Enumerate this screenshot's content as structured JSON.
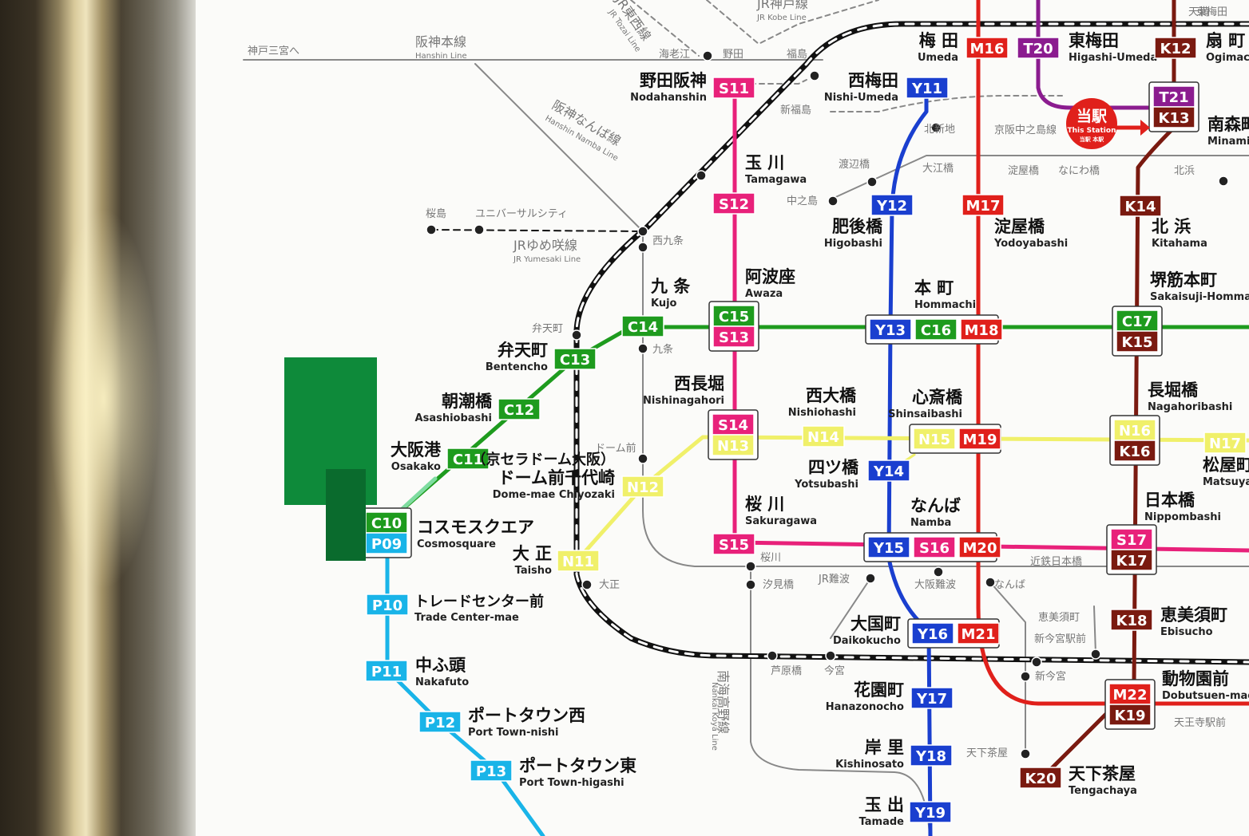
{
  "map": {
    "lines": {
      "chuo": "#1e9b1e",
      "sennichimae": "#e8217a",
      "yotsubashi": "#1a3fcf",
      "midosuji": "#e0201b",
      "nagahori": "#f0f06a",
      "sakaisuji": "#7a1a10",
      "tanimachi": "#8b1c8f",
      "newtram": "#19b4e8",
      "jr": "#111111",
      "grey": "#888888"
    },
    "here": {
      "jp": "当駅",
      "en": "This Station",
      "small": "当駅 本駅"
    },
    "stations": [
      {
        "jp": "梅 田",
        "en": "Umeda",
        "codes": [
          {
            "c": "M16",
            "line": "midosuji"
          }
        ]
      },
      {
        "jp": "東梅田",
        "en": "Higashi-Umeda",
        "codes": [
          {
            "c": "T20",
            "line": "tanimachi"
          }
        ]
      },
      {
        "jp": "扇 町",
        "en": "Ogimac",
        "codes": [
          {
            "c": "K12",
            "line": "sakaisuji"
          }
        ]
      },
      {
        "jp": "野田阪神",
        "en": "Nodahanshin",
        "codes": [
          {
            "c": "S11",
            "line": "sennichimae"
          }
        ]
      },
      {
        "jp": "西梅田",
        "en": "Nishi-Umeda",
        "codes": [
          {
            "c": "Y11",
            "line": "yotsubashi"
          }
        ]
      },
      {
        "jp": "南森町",
        "en": "Minami",
        "codes": [
          {
            "c": "T21",
            "line": "tanimachi"
          },
          {
            "c": "K13",
            "line": "sakaisuji"
          }
        ]
      },
      {
        "jp": "玉 川",
        "en": "Tamagawa",
        "codes": [
          {
            "c": "S12",
            "line": "sennichimae"
          }
        ]
      },
      {
        "jp": "肥後橋",
        "en": "Higobashi",
        "codes": [
          {
            "c": "Y12",
            "line": "yotsubashi"
          }
        ]
      },
      {
        "jp": "淀屋橋",
        "en": "Yodoyabashi",
        "codes": [
          {
            "c": "M17",
            "line": "midosuji"
          }
        ]
      },
      {
        "jp": "北 浜",
        "en": "Kitahama",
        "codes": [
          {
            "c": "K14",
            "line": "sakaisuji"
          }
        ]
      },
      {
        "jp": "九 条",
        "en": "Kujo",
        "codes": [
          {
            "c": "C14",
            "line": "chuo"
          }
        ]
      },
      {
        "jp": "阿波座",
        "en": "Awaza",
        "codes": [
          {
            "c": "C15",
            "line": "chuo"
          },
          {
            "c": "S13",
            "line": "sennichimae"
          }
        ]
      },
      {
        "jp": "本 町",
        "en": "Hommachi",
        "codes": [
          {
            "c": "Y13",
            "line": "yotsubashi"
          },
          {
            "c": "C16",
            "line": "chuo"
          },
          {
            "c": "M18",
            "line": "midosuji"
          }
        ]
      },
      {
        "jp": "堺筋本町",
        "en": "Sakaisuji-Homma",
        "codes": [
          {
            "c": "C17",
            "line": "chuo"
          },
          {
            "c": "K15",
            "line": "sakaisuji"
          }
        ]
      },
      {
        "jp": "弁天町",
        "en": "Bentencho",
        "codes": [
          {
            "c": "C13",
            "line": "chuo"
          }
        ]
      },
      {
        "jp": "朝潮橋",
        "en": "Asashiobashi",
        "codes": [
          {
            "c": "C12",
            "line": "chuo"
          }
        ]
      },
      {
        "jp": "西長堀",
        "en": "Nishinagahori",
        "codes": [
          {
            "c": "S14",
            "line": "sennichimae"
          },
          {
            "c": "N13",
            "line": "nagahori"
          }
        ]
      },
      {
        "jp": "西大橋",
        "en": "Nishiohashi",
        "codes": [
          {
            "c": "N14",
            "line": "nagahori"
          }
        ]
      },
      {
        "jp": "心斎橋",
        "en": "Shinsaibashi",
        "codes": [
          {
            "c": "N15",
            "line": "nagahori"
          },
          {
            "c": "M19",
            "line": "midosuji"
          }
        ]
      },
      {
        "jp": "長堀橋",
        "en": "Nagahoribashi",
        "codes": [
          {
            "c": "N16",
            "line": "nagahori"
          },
          {
            "c": "K16",
            "line": "sakaisuji"
          }
        ]
      },
      {
        "jp": "松屋町",
        "en": "Matsuya",
        "codes": [
          {
            "c": "N17",
            "line": "nagahori"
          }
        ]
      },
      {
        "jp": "大阪港",
        "en": "Osakako",
        "codes": [
          {
            "c": "C11",
            "line": "chuo"
          }
        ]
      },
      {
        "jp": "（京セラドーム大阪）",
        "en": "",
        "codes": []
      },
      {
        "jp": "ドーム前千代崎",
        "en": "Dome-mae Chiyozaki",
        "codes": [
          {
            "c": "N12",
            "line": "nagahori"
          }
        ]
      },
      {
        "jp": "四ツ橋",
        "en": "Yotsubashi",
        "codes": [
          {
            "c": "Y14",
            "line": "yotsubashi"
          }
        ]
      },
      {
        "jp": "コスモスクエア",
        "en": "Cosmosquare",
        "codes": [
          {
            "c": "C10",
            "line": "chuo"
          },
          {
            "c": "P09",
            "line": "newtram"
          }
        ]
      },
      {
        "jp": "桜 川",
        "en": "Sakuragawa",
        "codes": [
          {
            "c": "S15",
            "line": "sennichimae"
          }
        ]
      },
      {
        "jp": "なんば",
        "en": "Namba",
        "codes": [
          {
            "c": "Y15",
            "line": "yotsubashi"
          },
          {
            "c": "S16",
            "line": "sennichimae"
          },
          {
            "c": "M20",
            "line": "midosuji"
          }
        ]
      },
      {
        "jp": "日本橋",
        "en": "Nippombashi",
        "codes": [
          {
            "c": "S17",
            "line": "sennichimae"
          },
          {
            "c": "K17",
            "line": "sakaisuji"
          }
        ]
      },
      {
        "jp": "大 正",
        "en": "Taisho",
        "codes": [
          {
            "c": "N11",
            "line": "nagahori"
          }
        ]
      },
      {
        "jp": "トレードセンター前",
        "en": "Trade Center-mae",
        "codes": [
          {
            "c": "P10",
            "line": "newtram"
          }
        ]
      },
      {
        "jp": "恵美須町",
        "en": "Ebisucho",
        "codes": [
          {
            "c": "K18",
            "line": "sakaisuji"
          }
        ]
      },
      {
        "jp": "大国町",
        "en": "Daikokucho",
        "codes": [
          {
            "c": "Y16",
            "line": "yotsubashi"
          },
          {
            "c": "M21",
            "line": "midosuji"
          }
        ]
      },
      {
        "jp": "中ふ頭",
        "en": "Nakafuto",
        "codes": [
          {
            "c": "P11",
            "line": "newtram"
          }
        ]
      },
      {
        "jp": "動物園前",
        "en": "Dobutsuen-mae",
        "codes": [
          {
            "c": "M22",
            "line": "midosuji"
          },
          {
            "c": "K19",
            "line": "sakaisuji"
          }
        ]
      },
      {
        "jp": "花園町",
        "en": "Hanazonocho",
        "codes": [
          {
            "c": "Y17",
            "line": "yotsubashi"
          }
        ]
      },
      {
        "jp": "ポートタウン西",
        "en": "Port Town-nishi",
        "codes": [
          {
            "c": "P12",
            "line": "newtram"
          }
        ]
      },
      {
        "jp": "岸 里",
        "en": "Kishinosato",
        "codes": [
          {
            "c": "Y18",
            "line": "yotsubashi"
          }
        ]
      },
      {
        "jp": "天下茶屋",
        "en": "Tengachaya",
        "codes": [
          {
            "c": "K20",
            "line": "sakaisuji"
          }
        ]
      },
      {
        "jp": "ポートタウン東",
        "en": "Port Town-higashi",
        "codes": [
          {
            "c": "P13",
            "line": "newtram"
          }
        ]
      },
      {
        "jp": "玉 出",
        "en": "Tamade",
        "codes": [
          {
            "c": "Y19",
            "line": "yotsubashi"
          }
        ]
      }
    ],
    "other_lines": [
      {
        "jp": "阪神本線",
        "en": "Hanshin Line"
      },
      {
        "jp": "阪神なんば線",
        "en": "Hanshin Namba Line"
      },
      {
        "jp": "JRゆめ咲線",
        "en": "JR Yumesaki Line"
      },
      {
        "jp": "JR神戸線",
        "en": "JR Kobe Line"
      },
      {
        "jp": "JR東西線",
        "en": "JR Tozai Line"
      },
      {
        "jp": "南海高野線",
        "en": "Nankai Koya Line"
      }
    ],
    "minor_labels": [
      "神戸三宮へ",
      "海老江",
      "野田",
      "福島",
      "新福島",
      "北新地",
      "東梅田",
      "渡辺橋",
      "大江橋",
      "中之島",
      "京阪中之島線",
      "淀屋橋",
      "なにわ橋",
      "北浜",
      "天満",
      "桜島",
      "ユニバーサルシティ",
      "西九条",
      "九条",
      "弁天町",
      "ドーム前",
      "大正",
      "桜川",
      "汐見橋",
      "JR難波",
      "大阪難波",
      "なんば",
      "近鉄日本橋",
      "恵美須町",
      "新今宮駅前",
      "新今宮",
      "芦原橋",
      "今宮",
      "天下茶屋",
      "天王寺駅前"
    ]
  }
}
